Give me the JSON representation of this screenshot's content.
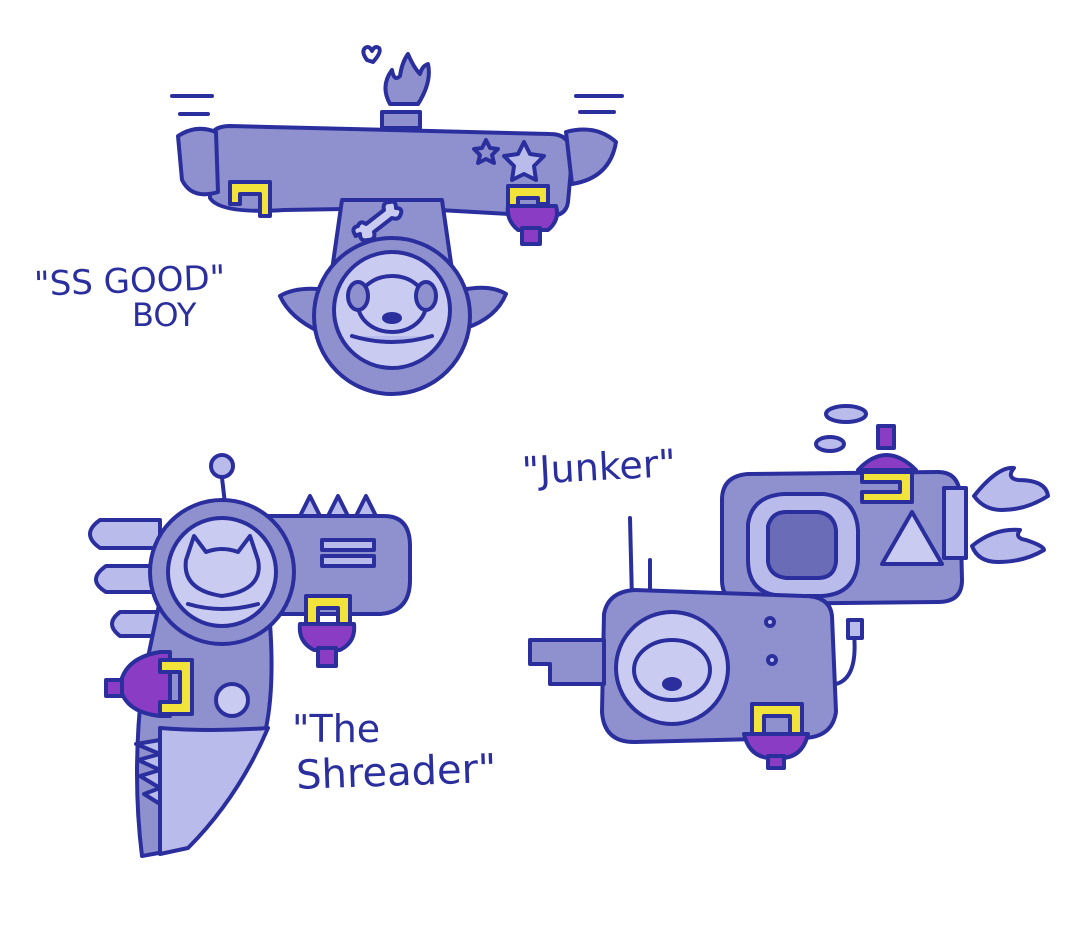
{
  "labels": {
    "ss_good_boy_line1": "\"SS GOOD\"",
    "ss_good_boy_line2": "BOY",
    "junker": "\"Junker\"",
    "shredder_line1": "\"The",
    "shredder_line2": "Shreader\""
  },
  "colors": {
    "ink": "#2b2f9e",
    "body": "#8f91cf",
    "body_light": "#b9bbea",
    "dome": "#c9cbf0",
    "yellow": "#f2e33a",
    "purple": "#8a3dc4",
    "flame": "#8f91cf"
  }
}
